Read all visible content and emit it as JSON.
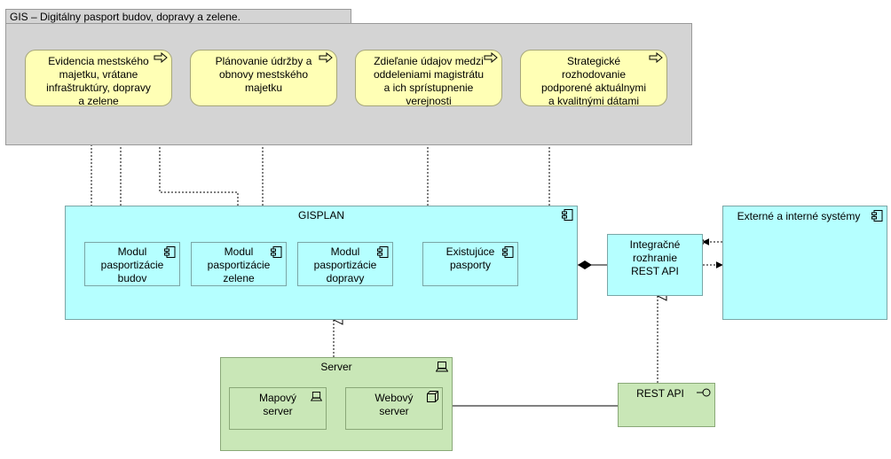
{
  "group": {
    "title": "GIS – Digitálny pasport budov, dopravy a zelene."
  },
  "goals": [
    {
      "lines": [
        "Evidencia mestského",
        "majetku, vrátane",
        "infraštruktúry, dopravy",
        "a zelene"
      ]
    },
    {
      "lines": [
        "Plánovanie údržby a",
        "obnovy mestského",
        "majetku"
      ]
    },
    {
      "lines": [
        "Zdieľanie údajov medzi",
        "oddeleniami magistrátu",
        "a ich sprístupnenie",
        "verejnosti"
      ]
    },
    {
      "lines": [
        "Strategické",
        "rozhodovanie",
        "podporené aktuálnymi",
        "a kvalitnými dátami"
      ]
    }
  ],
  "gisplan": {
    "title": "GISPLAN"
  },
  "modules": [
    {
      "lines": [
        "Modul",
        "pasportizácie",
        "budov"
      ]
    },
    {
      "lines": [
        "Modul",
        "pasportizácie",
        "zelene"
      ]
    },
    {
      "lines": [
        "Modul",
        "pasportizácie",
        "dopravy"
      ]
    },
    {
      "lines": [
        "Existujúce",
        "pasporty"
      ]
    }
  ],
  "interface": {
    "lines": [
      "Integračné",
      "rozhranie",
      "REST API"
    ]
  },
  "external": {
    "title": "Externé a interné systémy"
  },
  "server": {
    "title": "Server"
  },
  "server_nodes": [
    {
      "lines": [
        "Mapový",
        "server"
      ]
    },
    {
      "lines": [
        "Webový",
        "server"
      ]
    }
  ],
  "rest_api": {
    "title": "REST API"
  },
  "colors": {
    "group": "#d4d4d4",
    "goal": "#ffffb5",
    "application": "#b5ffff",
    "technology": "#c9e7b7"
  }
}
